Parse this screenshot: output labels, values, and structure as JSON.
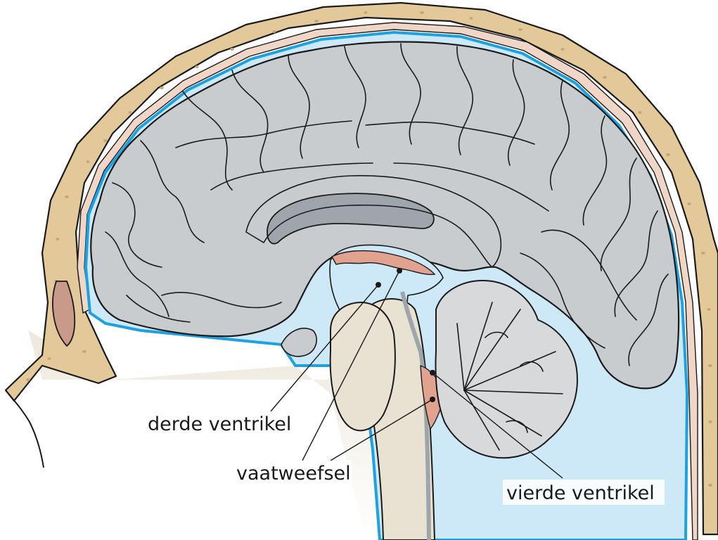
{
  "labels": {
    "third_ventricle": "derde ventrikel",
    "choroid_plexus": "vaatweefsel",
    "fourth_ventricle": "vierde ventrikel"
  },
  "colors": {
    "bone": "#e3c99a",
    "bone_dots": "#c4a775",
    "dura": "#efd6c6",
    "csf": "#cde8f6",
    "csf_line": "#1da1e0",
    "brain": "#c9cccf",
    "ventricle": "#9ea6ab",
    "plexus": "#e1a38f",
    "brainstem": "#e8e2d2",
    "sinus": "#c99a8a",
    "skin": "#ffffff",
    "outline": "#1a1a1a"
  }
}
